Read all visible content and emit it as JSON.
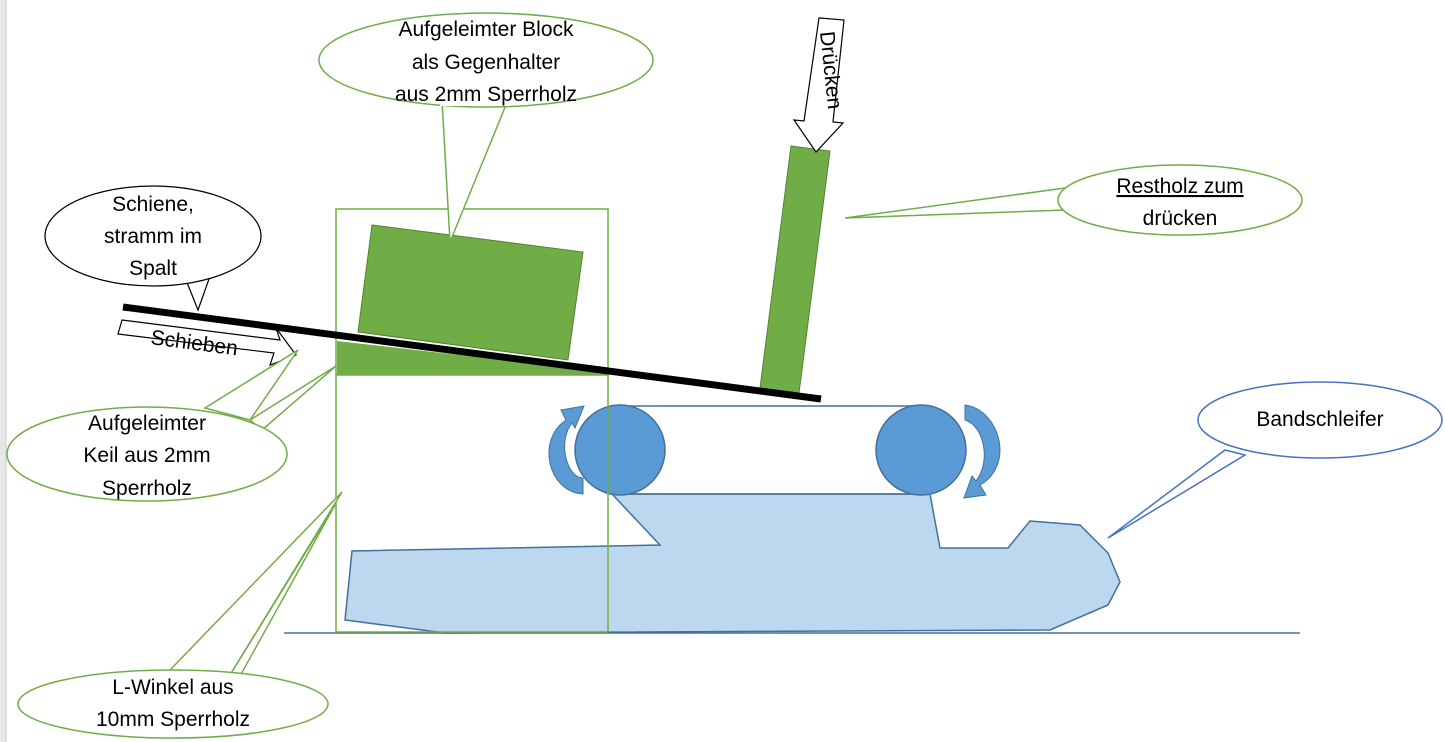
{
  "callouts": {
    "block": [
      "Aufgeleimter Block",
      "als Gegenhalter",
      "aus 2mm Sperrholz"
    ],
    "rail": [
      "Schiene,",
      "stramm im",
      "Spalt"
    ],
    "wedge": [
      "Aufgeleimter",
      "Keil aus 2mm",
      "Sperrholz"
    ],
    "angle": [
      "L-Winkel aus",
      "10mm Sperrholz"
    ],
    "scrap": [
      "Restholz zum",
      "drücken"
    ],
    "sander": [
      "Bandschleifer"
    ]
  },
  "arrows": {
    "push": "Schieben",
    "press": "Drücken"
  },
  "colors": {
    "green_fill": "#70ad47",
    "green_line": "#70ad47",
    "blue_fill": "#5b9bd5",
    "blue_line": "#41719c",
    "light_blue": "#bdd7ee",
    "sander_callout": "#4472c4",
    "rail": "#000000"
  }
}
